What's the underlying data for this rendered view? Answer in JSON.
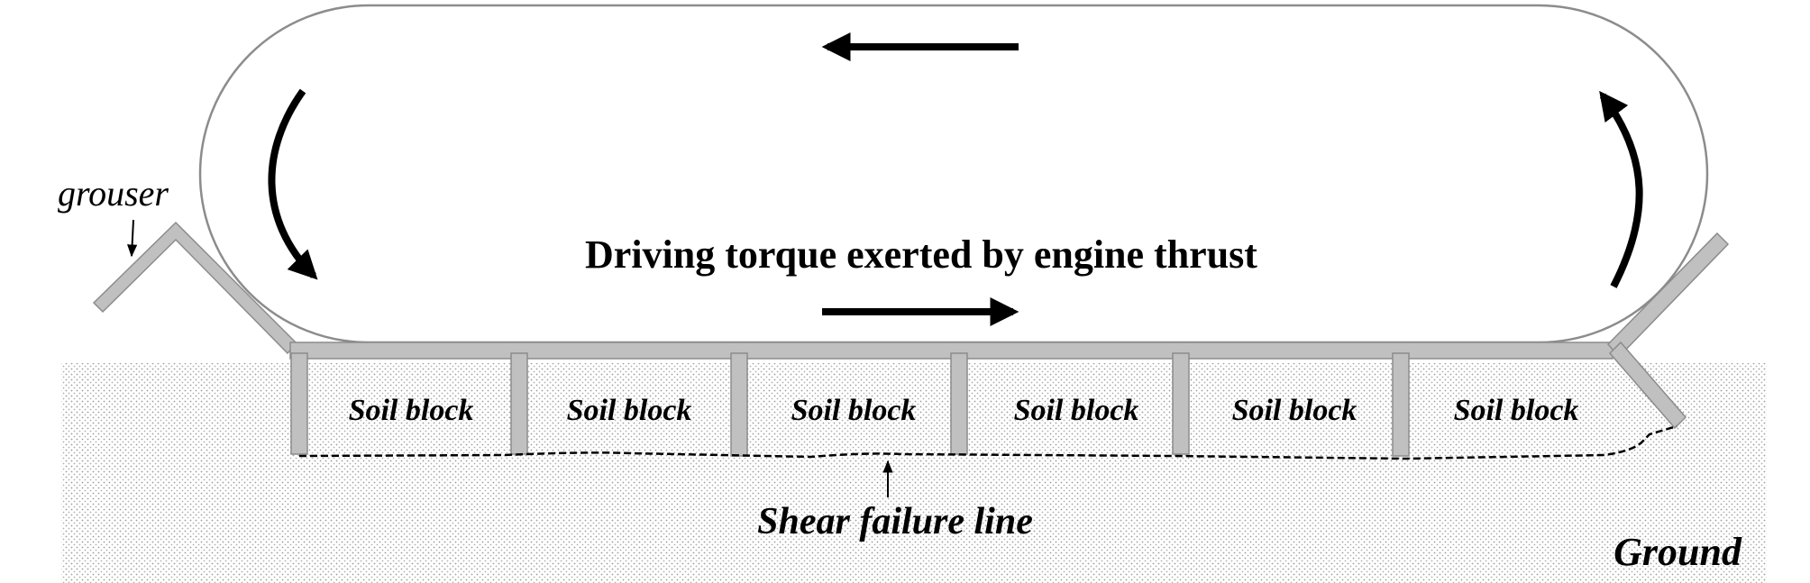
{
  "diagram": {
    "title": "Driving torque exerted by engine thrust",
    "grouser_label": "grouser",
    "soil_blocks": [
      "Soil block",
      "Soil block",
      "Soil block",
      "Soil block",
      "Soil block",
      "Soil block"
    ],
    "shear_label": "Shear failure line",
    "ground_label": "Ground"
  },
  "colors": {
    "track_outline": "#8c8c8c",
    "grouser_fill": "#c0c0c0",
    "grouser_stroke": "#8c8c8c",
    "ground_dots": "#9a9a9a",
    "ink": "#000000"
  }
}
